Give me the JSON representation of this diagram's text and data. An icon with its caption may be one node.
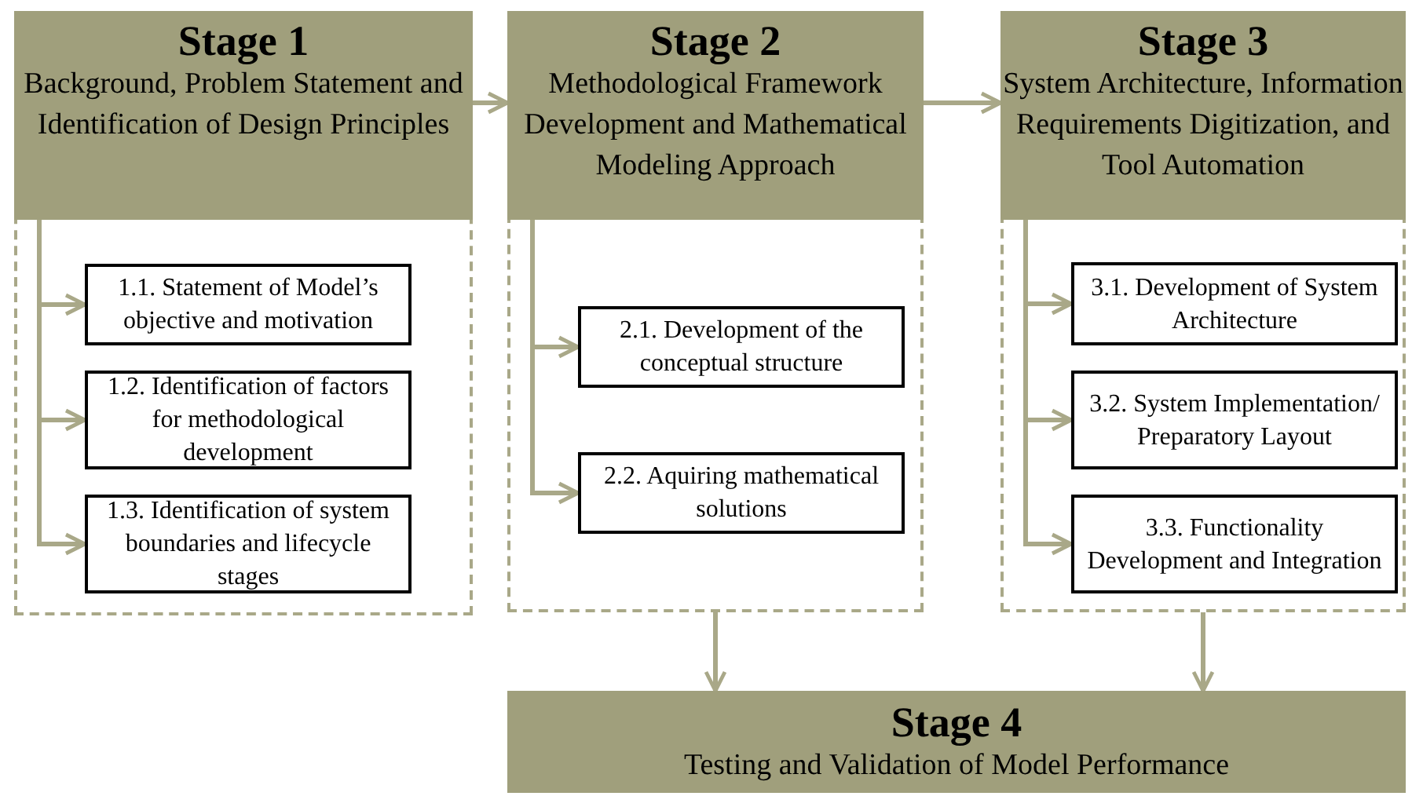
{
  "diagram": {
    "nodes": [
      {
        "text": [
          "Stage 1",
          "Background, Problem Statement and Identification of Design Principles"
        ]
      },
      {
        "text": [
          "1.1. Statement of Model’s objective and motivation"
        ],
        "in": 0
      },
      {
        "text": [
          "1.2. Identification of factors for methodological development"
        ],
        "in": 0
      },
      {
        "text": [
          "1.3. Identification of system boundaries and lifecycle stages"
        ],
        "in": 0
      },
      {
        "text": [
          "Stage 2",
          "Methodological Framework Development and Mathematical Modeling Approach"
        ]
      },
      {
        "text": [
          "2.1. Development of the conceptual structure"
        ],
        "in": 4
      },
      {
        "text": [
          "2.2. Aquiring mathematical solutions"
        ],
        "in": 4
      },
      {
        "text": [
          "Stage 3",
          "System Architecture, Information Requirements Digitization, and Tool Automation"
        ]
      },
      {
        "text": [
          "3.1. Development of System Architecture"
        ],
        "in": 7
      },
      {
        "text": [
          "3.2. System Implementation/ Preparatory Layout"
        ],
        "in": 7
      },
      {
        "text": [
          "3.3. Functionality Development and Integration"
        ],
        "in": 7
      },
      {
        "text": [
          "Stage 4",
          "Testing and Validation of Model Performance"
        ]
      }
    ],
    "edges": [
      {
        "from": 0,
        "to": 4,
        "arrow": "to"
      },
      {
        "from": 4,
        "to": 7,
        "arrow": "to"
      },
      {
        "from": 0,
        "to": 1,
        "arrow": "to"
      },
      {
        "from": 0,
        "to": 2,
        "arrow": "to"
      },
      {
        "from": 0,
        "to": 3,
        "arrow": "to"
      },
      {
        "from": 4,
        "to": 5,
        "arrow": "to"
      },
      {
        "from": 4,
        "to": 6,
        "arrow": "to"
      },
      {
        "from": 7,
        "to": 8,
        "arrow": "to"
      },
      {
        "from": 7,
        "to": 9,
        "arrow": "to"
      },
      {
        "from": 7,
        "to": 10,
        "arrow": "to"
      },
      {
        "from": 4,
        "to": 11,
        "arrow": "to"
      },
      {
        "from": 7,
        "to": 11,
        "arrow": "to"
      }
    ]
  }
}
